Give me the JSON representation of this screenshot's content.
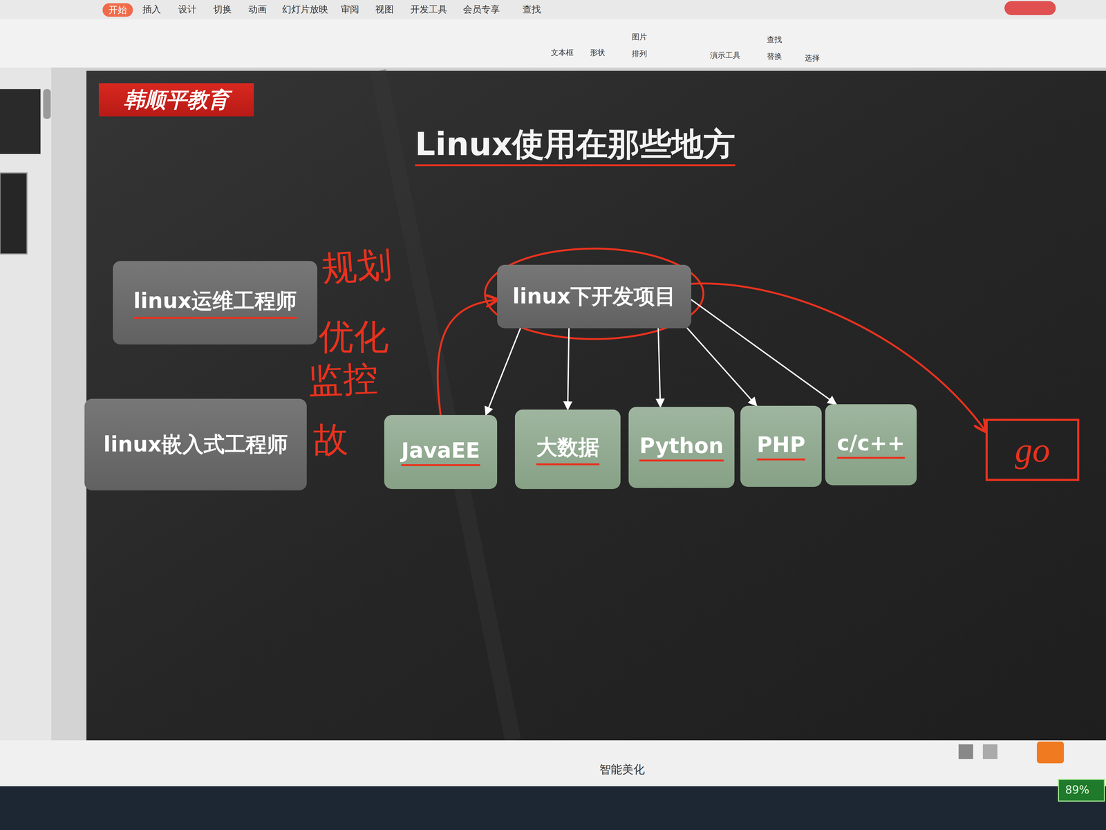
{
  "diagram": {
    "title": "Linux使用在那些地方",
    "nodes": [
      {
        "text": [
          "linux运维工程师"
        ]
      },
      {
        "text": [
          "linux下开发项目"
        ]
      },
      {
        "text": [
          "linux嵌入式工程师"
        ]
      },
      {
        "text": [
          "JavaEE"
        ]
      },
      {
        "text": [
          "大数据"
        ]
      },
      {
        "text": [
          "Python"
        ]
      },
      {
        "text": [
          "PHP"
        ]
      },
      {
        "text": [
          "c/c++"
        ]
      },
      {
        "text": [
          "go"
        ]
      }
    ],
    "edges": [
      {
        "from": 1,
        "to": 3,
        "arrow": "to"
      },
      {
        "from": 1,
        "to": 4,
        "arrow": "to"
      },
      {
        "from": 1,
        "to": 5,
        "arrow": "to"
      },
      {
        "from": 1,
        "to": 6,
        "arrow": "to"
      },
      {
        "from": 1,
        "to": 7,
        "arrow": "to"
      },
      {
        "from": 3,
        "to": 1,
        "arrow": "to"
      },
      {
        "from": 1,
        "to": 8,
        "arrow": "to"
      }
    ],
    "labels": [
      "韩顺平教育",
      "规划",
      "优化",
      "监控",
      "故",
      "开始",
      "插入",
      "设计",
      "切换",
      "动画",
      "幻灯片放映",
      "审阅",
      "视图",
      "开发工具",
      "会员专享",
      "查找",
      "文本框",
      "形状",
      "图片",
      "排列",
      "演示工具",
      "查找",
      "替换",
      "选择",
      "智能美化",
      "89%"
    ]
  }
}
